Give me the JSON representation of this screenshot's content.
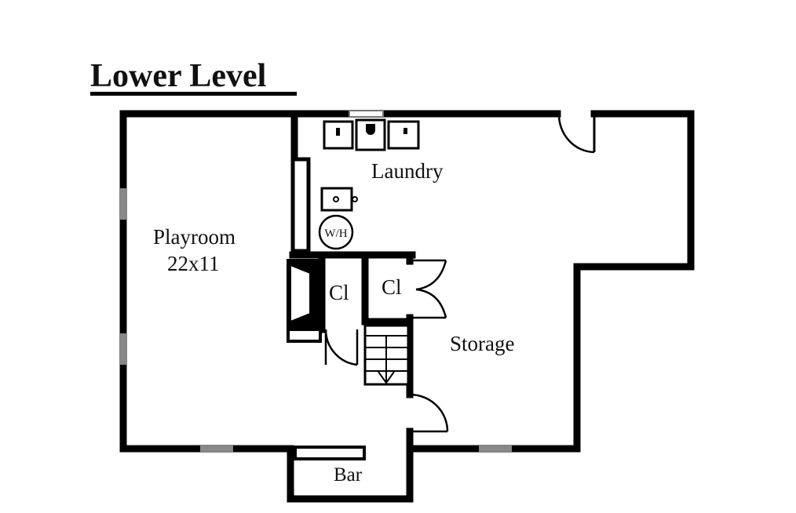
{
  "title": "Lower Level",
  "rooms": {
    "playroom": {
      "name": "Playroom",
      "size": "22x11"
    },
    "laundry": {
      "name": "Laundry"
    },
    "water_heater": "W/H",
    "closet1": "Cl",
    "closet2": "Cl",
    "storage": "Storage",
    "bar": "Bar"
  }
}
